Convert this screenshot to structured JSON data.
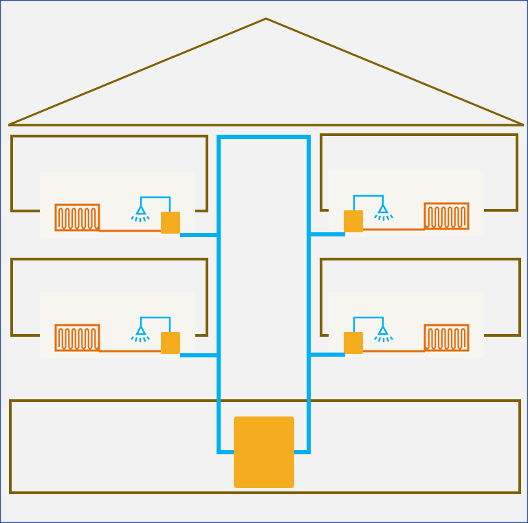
{
  "diagram": {
    "type": "house-heating-water-system",
    "floors": 3,
    "rooms_with_fixtures": 4,
    "colors": {
      "background": "#f2f2f2",
      "frame": "#2f4f8f",
      "walls": "#7f6000",
      "pipes": "#00b0f0",
      "radiator": "#e46c0a",
      "unit": "#f5ad1f",
      "panel": "#f7f5f0"
    },
    "icons": [
      "radiator-icon",
      "shower-icon",
      "hot-water-unit-icon",
      "boiler-icon"
    ]
  }
}
